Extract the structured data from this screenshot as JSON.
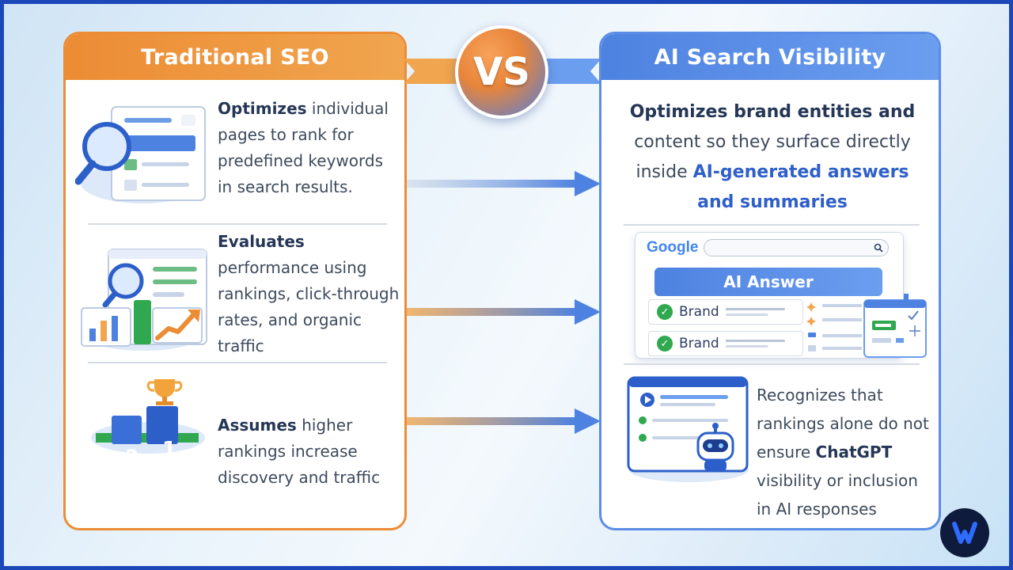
{
  "left_panel": {
    "title": "Traditional SEO",
    "items": [
      {
        "bold": "Optimizes",
        "text": " individual pages to rank for predefined keywords in search results."
      },
      {
        "bold": "Evaluates",
        "text": " performance using rankings, click-through rates, and organic traffic"
      },
      {
        "bold": "Assumes",
        "text": " higher rankings increase discovery and traffic"
      }
    ],
    "podium": {
      "first": "1",
      "second": "2"
    }
  },
  "vs_label": "VS",
  "right_panel": {
    "title": "AI Search Visibility",
    "top_text": {
      "lead": "Optimizes brand entities and",
      "mid": "content so they surface directly inside ",
      "highlight": "AI-generated answers",
      "tail": "and summaries"
    },
    "google_label": "Google",
    "ai_answer_label": "AI Answer",
    "brand_rows": [
      "Brand",
      "Brand"
    ],
    "bottom_text": {
      "pre": "Recognizes that rankings alone do not ensure ",
      "highlight": "ChatGPT",
      "post": " visibility or inclusion in AI responses"
    }
  },
  "colors": {
    "orange": "#ec8c35",
    "blue": "#5b8de6",
    "frame": "#1b47b8",
    "check_green": "#2fa84f"
  }
}
